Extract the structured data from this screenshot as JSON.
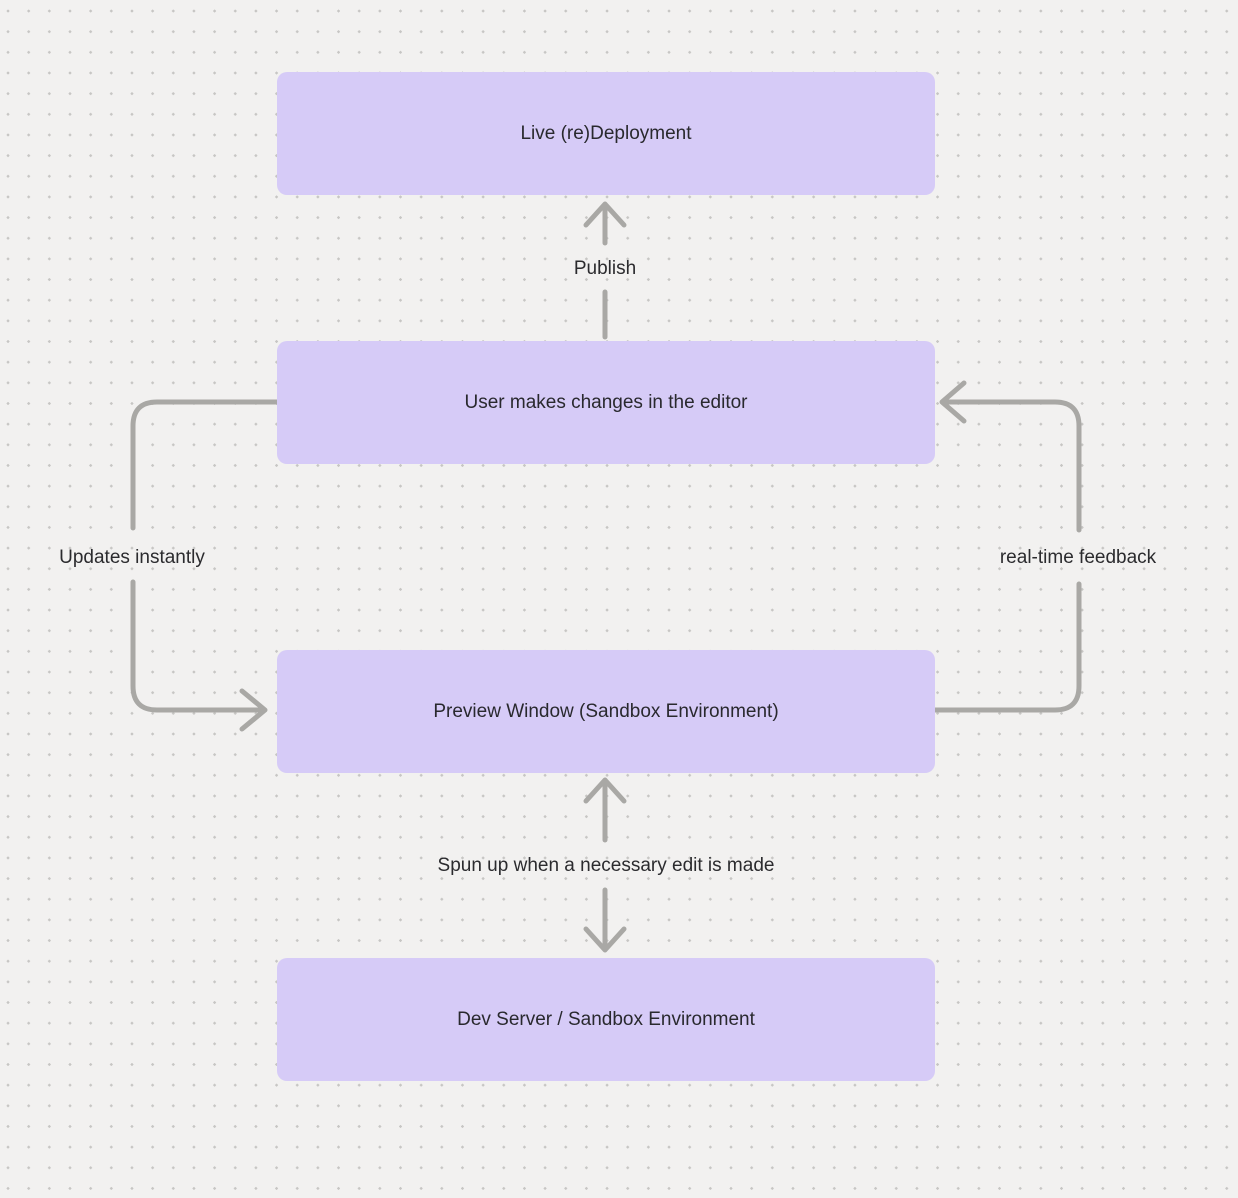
{
  "diagram": {
    "nodes": [
      {
        "id": "live-redeployment",
        "label": "Live (re)Deployment"
      },
      {
        "id": "user-editor",
        "label": "User makes changes in the editor"
      },
      {
        "id": "preview-window",
        "label": "Preview Window (Sandbox Environment)"
      },
      {
        "id": "dev-server",
        "label": "Dev Server / Sandbox Environment"
      }
    ],
    "edges": [
      {
        "from": "user-editor",
        "to": "live-redeployment",
        "label": "Publish",
        "direction": "up"
      },
      {
        "from": "user-editor",
        "to": "preview-window",
        "label": "Updates instantly",
        "direction": "left-loop"
      },
      {
        "from": "preview-window",
        "to": "user-editor",
        "label": "real-time feedback",
        "direction": "right-loop"
      },
      {
        "from": "preview-window",
        "to": "dev-server",
        "label": "Spun up when a necessary edit is made",
        "direction": "both"
      }
    ],
    "colors": {
      "node_fill": "#d6cbf7",
      "node_text": "#29292e",
      "arrow": "#a9a8a5",
      "canvas_background": "#f2f1f0",
      "grid_dot": "#c7c6c4"
    }
  }
}
